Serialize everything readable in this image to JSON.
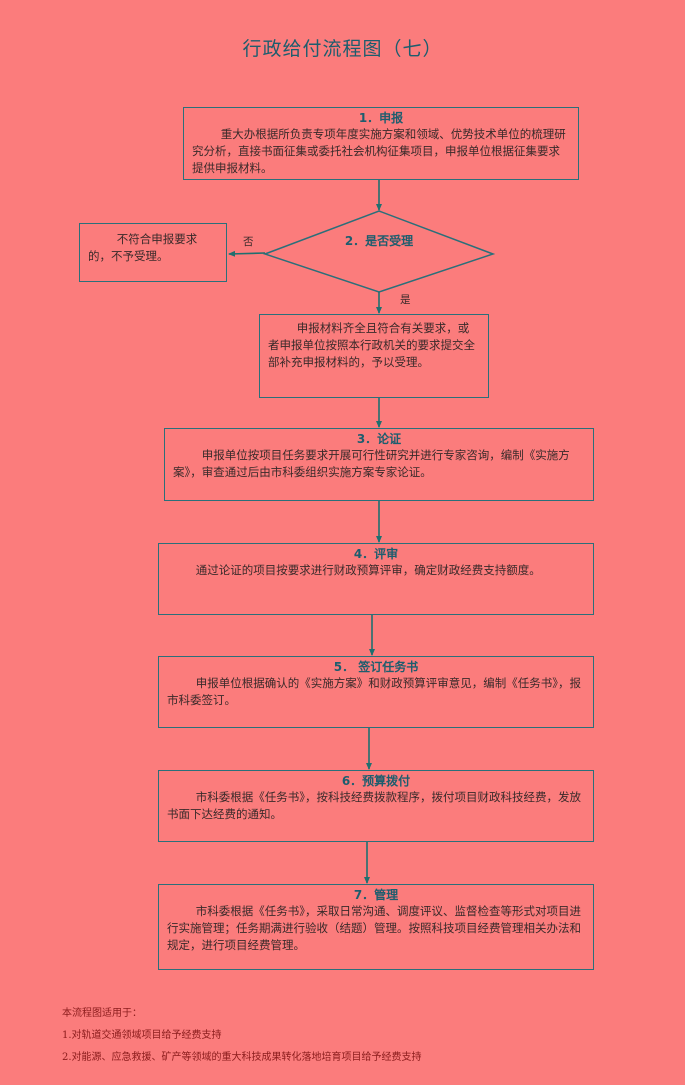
{
  "title": "行政给付流程图（七）",
  "steps": {
    "s1": {
      "head": "1．申报",
      "body": "重大办根据所负责专项年度实施方案和领域、优势技术单位的梳理研究分析，直接书面征集或委托社会机构征集项目，申报单位根据征集要求提供申报材料。"
    },
    "s2": {
      "head": "2．是否受理"
    },
    "reject": {
      "body": "不符合申报要求的，不予受理。"
    },
    "accept": {
      "body": "申报材料齐全且符合有关要求，或者申报单位按照本行政机关的要求提交全部补充申报材料的，予以受理。"
    },
    "s3": {
      "head": "3．论证",
      "body": "申报单位按项目任务要求开展可行性研究并进行专家咨询，编制《实施方案》，审查通过后由市科委组织实施方案专家论证。"
    },
    "s4": {
      "head": "4．评审",
      "body": "通过论证的项目按要求进行财政预算评审，确定财政经费支持额度。"
    },
    "s5": {
      "head": "5．  签订任务书",
      "body": "申报单位根据确认的《实施方案》和财政预算评审意见，编制《任务书》，报市科委签订。"
    },
    "s6": {
      "head": "6．预算拨付",
      "body": "市科委根据《任务书》，按科技经费拨款程序，拨付项目财政科技经费，发放书面下达经费的通知。"
    },
    "s7": {
      "head": "7．管理",
      "body": "市科委根据《任务书》，采取日常沟通、调度评议、监督检查等形式对项目进行实施管理；任务期满进行验收（结题）管理。按照科技项目经费管理相关办法和规定，进行项目经费管理。"
    }
  },
  "labels": {
    "no": "否",
    "yes": "是"
  },
  "notes": {
    "heading": "本流程图适用于：",
    "items": [
      "1.对轨道交通领域项目给予经费支持",
      "2.对能源、应急救援、矿产等领域的重大科技成果转化落地培育项目给予经费支持"
    ]
  }
}
